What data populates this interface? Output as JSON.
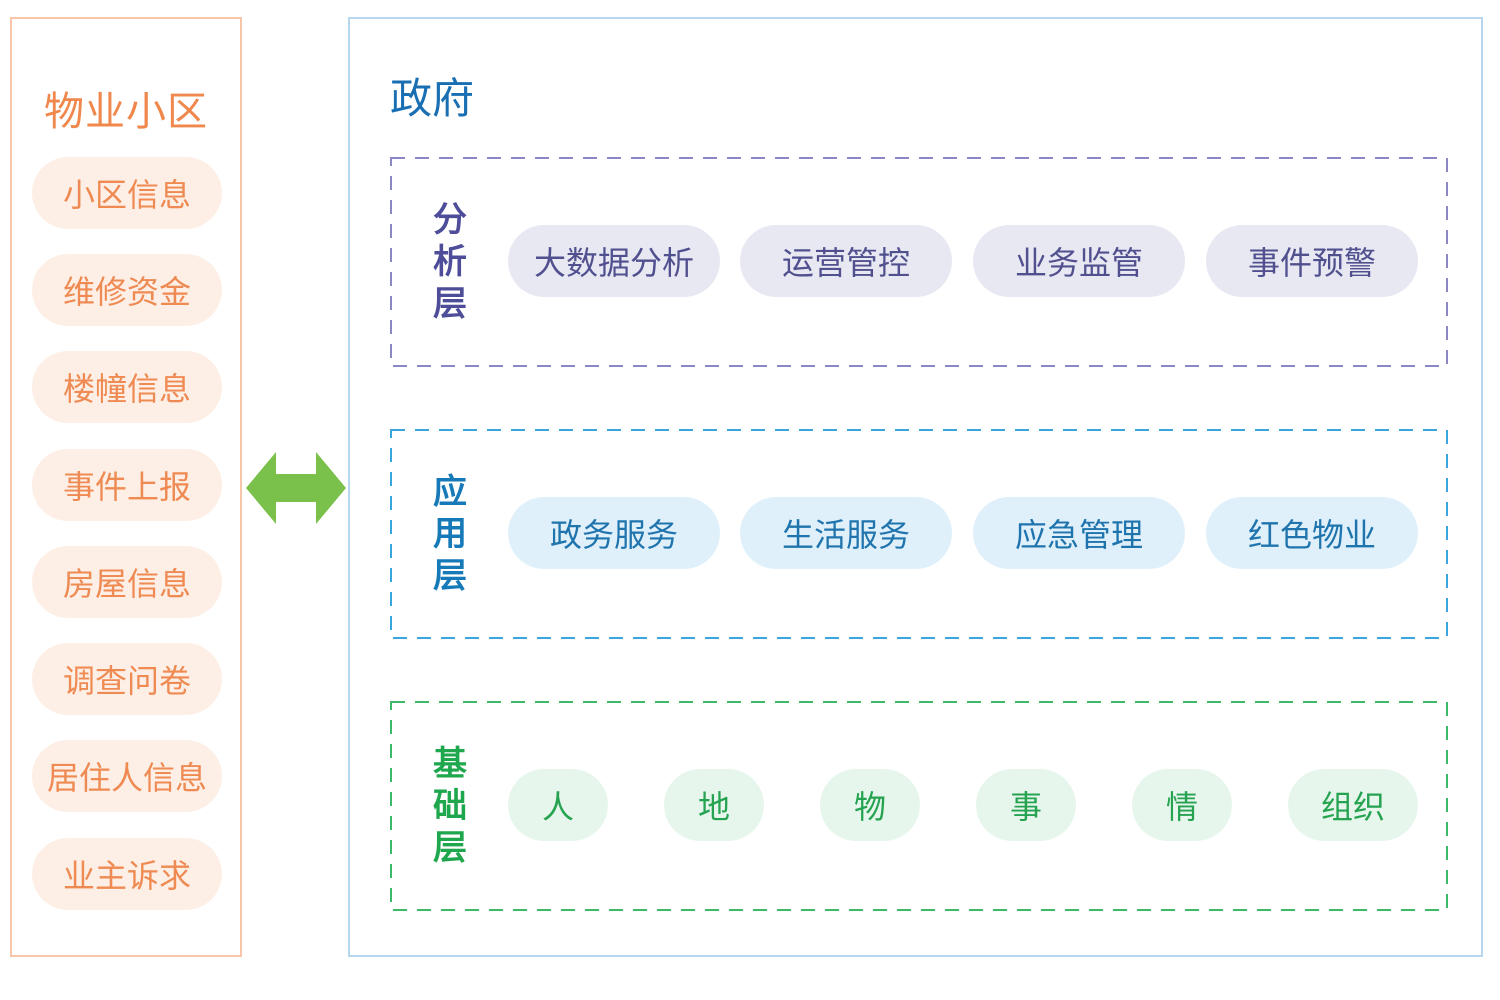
{
  "left_panel": {
    "title": "物业小区",
    "items": [
      "小区信息",
      "维修资金",
      "楼幢信息",
      "事件上报",
      "房屋信息",
      "调查问卷",
      "居住人信息",
      "业主诉求"
    ]
  },
  "right_panel": {
    "title": "政府",
    "layers": [
      {
        "label": [
          "分",
          "析",
          "层"
        ],
        "items": [
          "大数据分析",
          "运营管控",
          "业务监管",
          "事件预警"
        ],
        "color": "#8a87c4"
      },
      {
        "label": [
          "应",
          "用",
          "层"
        ],
        "items": [
          "政务服务",
          "生活服务",
          "应急管理",
          "红色物业"
        ],
        "color": "#3aa6dd"
      },
      {
        "label": [
          "基",
          "础",
          "层"
        ],
        "items": [
          "人",
          "地",
          "物",
          "事",
          "情",
          "组织"
        ],
        "color": "#3cba67"
      }
    ]
  },
  "connector": {
    "icon": "double-arrow-icon",
    "color": "#79c14b"
  }
}
